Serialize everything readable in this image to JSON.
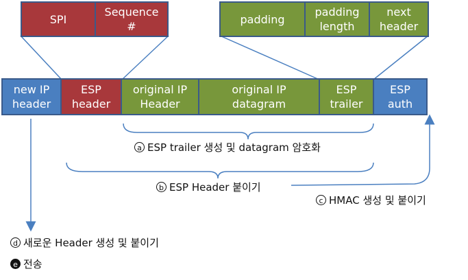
{
  "top_left_fields": [
    {
      "label": "SPI",
      "color": "#a8383b"
    },
    {
      "label": "Sequence\n#",
      "color": "#a8383b"
    }
  ],
  "top_right_fields": [
    {
      "label": "padding",
      "color": "#78973b"
    },
    {
      "label": "padding\nlength",
      "color": "#78973b"
    },
    {
      "label": "next\nheader",
      "color": "#78973b"
    }
  ],
  "packet_fields": [
    {
      "label": "new IP\nheader",
      "color": "#4a7fc0"
    },
    {
      "label": "ESP\nheader",
      "color": "#a8383b"
    },
    {
      "label": "original IP\nHeader",
      "color": "#78973b"
    },
    {
      "label": "original IP\ndatagram",
      "color": "#78973b"
    },
    {
      "label": "ESP\ntrailer",
      "color": "#78973b"
    },
    {
      "label": "ESP\nauth",
      "color": "#4a7fc0"
    }
  ],
  "steps": [
    {
      "marker": "a",
      "text": "ESP trailer 생성 및 datagram 암호화"
    },
    {
      "marker": "b",
      "text": "ESP Header 붙이기"
    },
    {
      "marker": "c",
      "text": "HMAC 생성 및 붙이기"
    },
    {
      "marker": "d",
      "text": "새로운 Header 생성 및 붙이기"
    },
    {
      "marker": "e",
      "text": "전송"
    }
  ],
  "colors": {
    "border": "#3a5a8a",
    "arrow": "#4a7fc0",
    "brace": "#4a7fc0"
  }
}
